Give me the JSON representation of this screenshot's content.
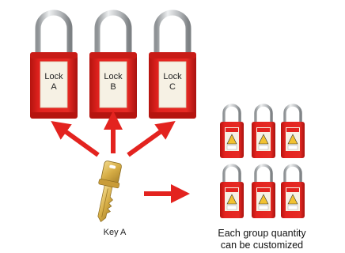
{
  "locks": [
    {
      "line1": "Lock",
      "line2": "A"
    },
    {
      "line1": "Lock",
      "line2": "B"
    },
    {
      "line1": "Lock",
      "line2": "C"
    }
  ],
  "key": {
    "label": "Key A",
    "icon": "key-icon"
  },
  "note": {
    "line1": "Each group quantity",
    "line2": "can be customized"
  },
  "colors": {
    "lock_body": "#e3231f",
    "lock_body_dark": "#a8120f",
    "shackle": "#c4c7ca",
    "label_bg": "#f6f1e4",
    "arrow": "#e3231f",
    "key": "#d8b24a"
  },
  "icons": [
    "padlock-icon",
    "key-icon",
    "arrow-icon"
  ]
}
